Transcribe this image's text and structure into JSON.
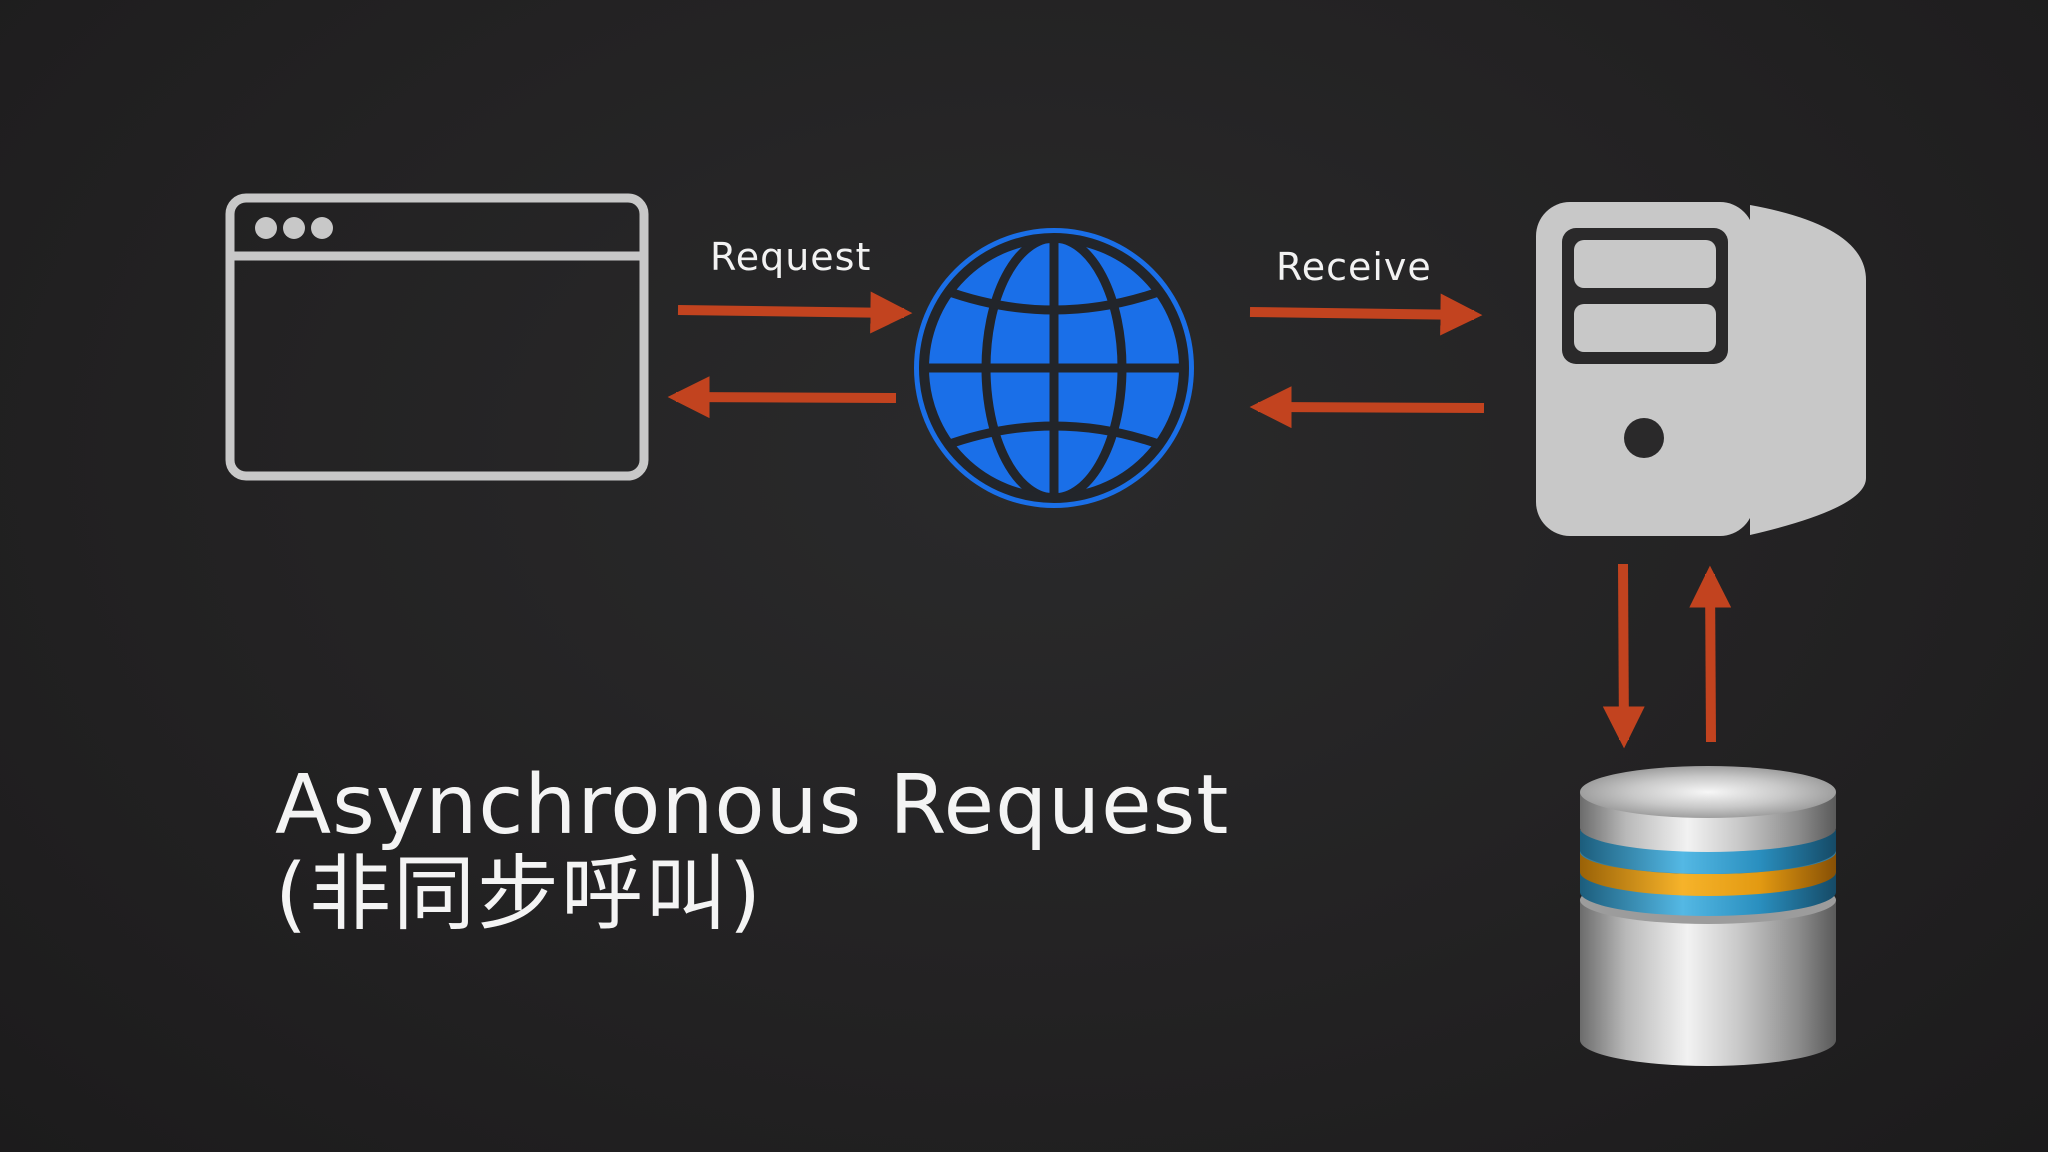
{
  "diagram": {
    "request_label": "Request",
    "receive_label": "Receive",
    "arrow_color": "#c2431f",
    "globe_color": "#1a6fe8",
    "icon_gray": "#c8c8c8"
  },
  "title": {
    "line1": "Asynchronous Request",
    "line2": "(非同步呼叫)"
  }
}
